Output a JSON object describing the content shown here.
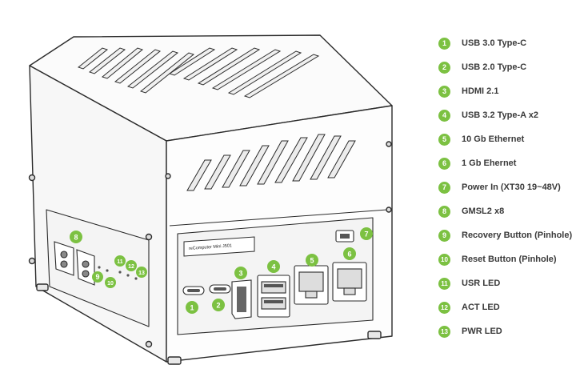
{
  "device": {
    "model_label": "reComputer Mini J501",
    "colors": {
      "callout": "#7cc142",
      "outline": "#2b2b2b",
      "panel": "#f4f4f4"
    }
  },
  "legend": [
    {
      "number": "1",
      "label": "USB 3.0 Type-C"
    },
    {
      "number": "2",
      "label": "USB 2.0 Type-C"
    },
    {
      "number": "3",
      "label": "HDMI 2.1"
    },
    {
      "number": "4",
      "label": "USB 3.2 Type-A x2"
    },
    {
      "number": "5",
      "label": "10 Gb Ethernet"
    },
    {
      "number": "6",
      "label": "1 Gb Ehernet"
    },
    {
      "number": "7",
      "label": "Power In (XT30 19~48V)"
    },
    {
      "number": "8",
      "label": "GMSL2 x8"
    },
    {
      "number": "9",
      "label": "Recovery Button (Pinhole)"
    },
    {
      "number": "10",
      "label": "Reset Button (Pinhole)"
    },
    {
      "number": "11",
      "label": "USR LED"
    },
    {
      "number": "12",
      "label": "ACT LED"
    },
    {
      "number": "13",
      "label": "PWR LED"
    }
  ]
}
